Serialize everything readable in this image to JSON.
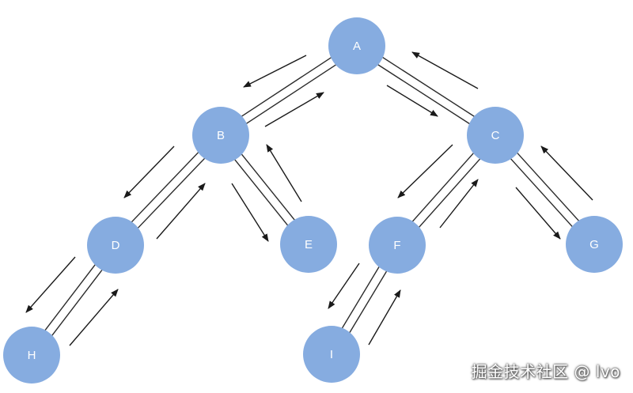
{
  "colors": {
    "node_fill": "#86ace0",
    "edge": "#2b2b2b",
    "arrow": "#1a1a1a",
    "label": "#ffffff"
  },
  "nodes": [
    {
      "id": "A",
      "label": "A"
    },
    {
      "id": "B",
      "label": "B"
    },
    {
      "id": "C",
      "label": "C"
    },
    {
      "id": "D",
      "label": "D"
    },
    {
      "id": "E",
      "label": "E"
    },
    {
      "id": "F",
      "label": "F"
    },
    {
      "id": "G",
      "label": "G"
    },
    {
      "id": "H",
      "label": "H"
    },
    {
      "id": "I",
      "label": "I"
    }
  ],
  "edges": [
    {
      "from": "A",
      "to": "B"
    },
    {
      "from": "A",
      "to": "C"
    },
    {
      "from": "B",
      "to": "D"
    },
    {
      "from": "B",
      "to": "E"
    },
    {
      "from": "C",
      "to": "F"
    },
    {
      "from": "C",
      "to": "G"
    },
    {
      "from": "D",
      "to": "H"
    },
    {
      "from": "F",
      "to": "I"
    }
  ],
  "watermark": "掘金技术社区 @ lvo"
}
